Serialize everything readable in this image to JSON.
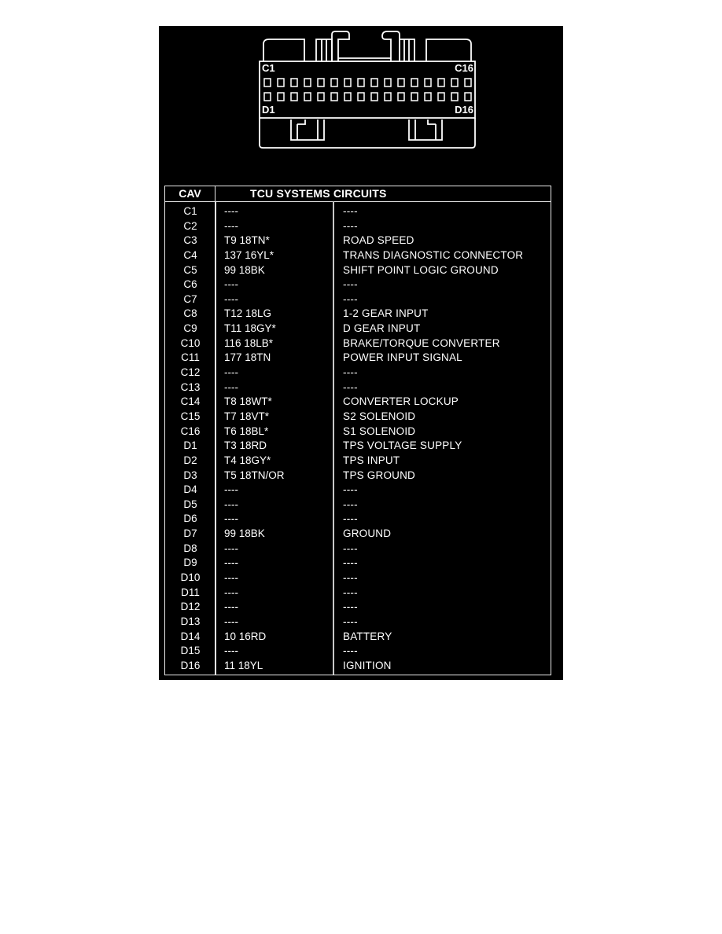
{
  "connector": {
    "label_top_left": "C1",
    "label_top_right": "C16",
    "label_bottom_left": "D1",
    "label_bottom_right": "D16",
    "pins_per_row": 16,
    "rows": 2
  },
  "table": {
    "header": {
      "cav": "CAV",
      "title": "TCU SYSTEMS CIRCUITS"
    },
    "rows": [
      {
        "cav": "C1",
        "wire": "----",
        "function": "----"
      },
      {
        "cav": "C2",
        "wire": "----",
        "function": "----"
      },
      {
        "cav": "C3",
        "wire": "T9 18TN*",
        "function": "ROAD SPEED"
      },
      {
        "cav": "C4",
        "wire": "137 16YL*",
        "function": "TRANS DIAGNOSTIC CONNECTOR"
      },
      {
        "cav": "C5",
        "wire": "99 18BK",
        "function": "SHIFT POINT LOGIC GROUND"
      },
      {
        "cav": "C6",
        "wire": "----",
        "function": "----"
      },
      {
        "cav": "C7",
        "wire": "----",
        "function": "----"
      },
      {
        "cav": "C8",
        "wire": "T12 18LG",
        "function": "1-2 GEAR INPUT"
      },
      {
        "cav": "C9",
        "wire": "T11 18GY*",
        "function": "D GEAR INPUT"
      },
      {
        "cav": "C10",
        "wire": "116 18LB*",
        "function": "BRAKE/TORQUE CONVERTER"
      },
      {
        "cav": "C11",
        "wire": "177 18TN",
        "function": "POWER INPUT SIGNAL"
      },
      {
        "cav": "C12",
        "wire": "----",
        "function": "----"
      },
      {
        "cav": "C13",
        "wire": "----",
        "function": "----"
      },
      {
        "cav": "C14",
        "wire": "T8 18WT*",
        "function": "CONVERTER LOCKUP"
      },
      {
        "cav": "C15",
        "wire": "T7 18VT*",
        "function": "S2 SOLENOID"
      },
      {
        "cav": "C16",
        "wire": "T6 18BL*",
        "function": "S1 SOLENOID"
      },
      {
        "cav": "D1",
        "wire": "T3 18RD",
        "function": "TPS VOLTAGE SUPPLY"
      },
      {
        "cav": "D2",
        "wire": "T4 18GY*",
        "function": "TPS INPUT"
      },
      {
        "cav": "D3",
        "wire": "T5 18TN/OR",
        "function": "TPS GROUND"
      },
      {
        "cav": "D4",
        "wire": "----",
        "function": "----"
      },
      {
        "cav": "D5",
        "wire": "----",
        "function": "----"
      },
      {
        "cav": "D6",
        "wire": "----",
        "function": "----"
      },
      {
        "cav": "D7",
        "wire": "99 18BK",
        "function": "GROUND"
      },
      {
        "cav": "D8",
        "wire": "----",
        "function": "----"
      },
      {
        "cav": "D9",
        "wire": "----",
        "function": "----"
      },
      {
        "cav": "D10",
        "wire": "----",
        "function": "----"
      },
      {
        "cav": "D11",
        "wire": "----",
        "function": "----"
      },
      {
        "cav": "D12",
        "wire": "----",
        "function": "----"
      },
      {
        "cav": "D13",
        "wire": "----",
        "function": "----"
      },
      {
        "cav": "D14",
        "wire": "10 16RD",
        "function": "BATTERY"
      },
      {
        "cav": "D15",
        "wire": "----",
        "function": "----"
      },
      {
        "cav": "D16",
        "wire": "11 18YL",
        "function": "IGNITION"
      }
    ]
  },
  "colors": {
    "background": "#000000",
    "foreground": "#ffffff",
    "page": "#ffffff"
  }
}
